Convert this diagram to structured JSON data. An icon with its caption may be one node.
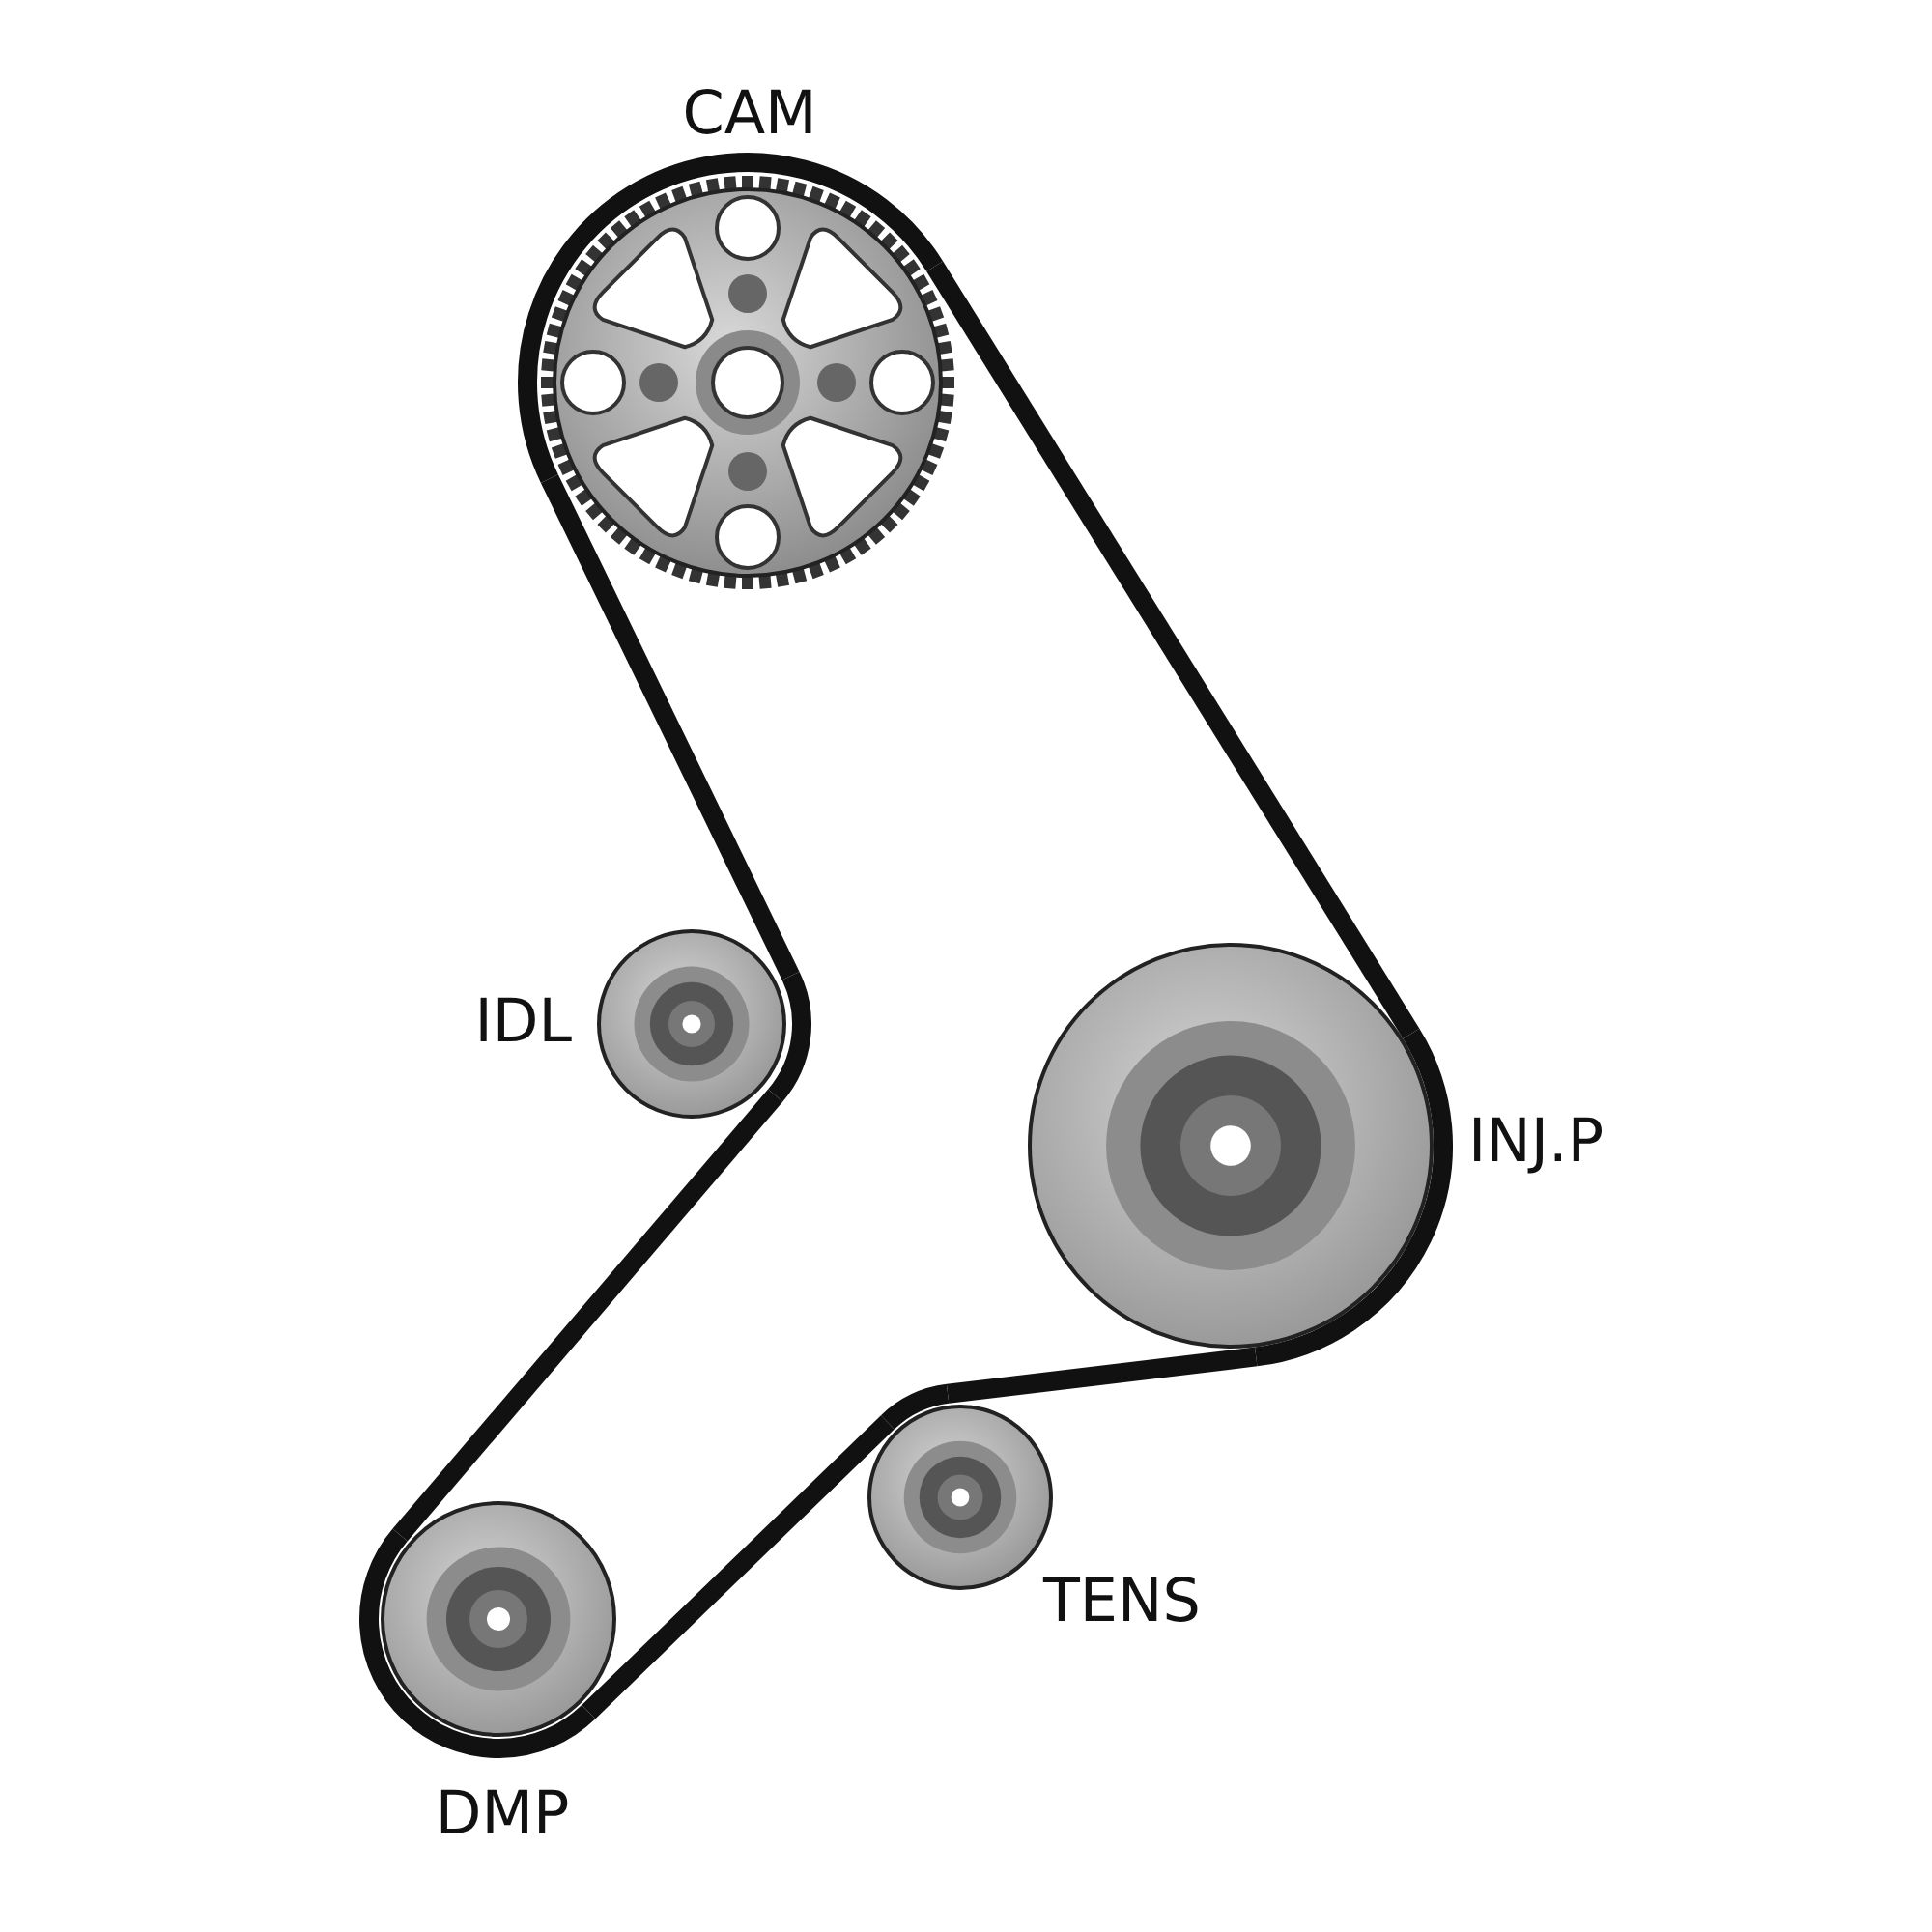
{
  "diagram": {
    "nodes": [
      {
        "text": [
          "CAM"
        ]
      },
      {
        "text": [
          "IDL"
        ]
      },
      {
        "text": [
          "INJ.P"
        ]
      },
      {
        "text": [
          "TENS"
        ]
      },
      {
        "text": [
          "DMP"
        ]
      }
    ],
    "edges": [
      {
        "from": 0,
        "to": 2,
        "arrow": "none"
      },
      {
        "from": 2,
        "to": 3,
        "arrow": "none"
      },
      {
        "from": 3,
        "to": 4,
        "arrow": "none"
      },
      {
        "from": 4,
        "to": 1,
        "arrow": "none"
      },
      {
        "from": 1,
        "to": 0,
        "arrow": "none"
      }
    ]
  }
}
